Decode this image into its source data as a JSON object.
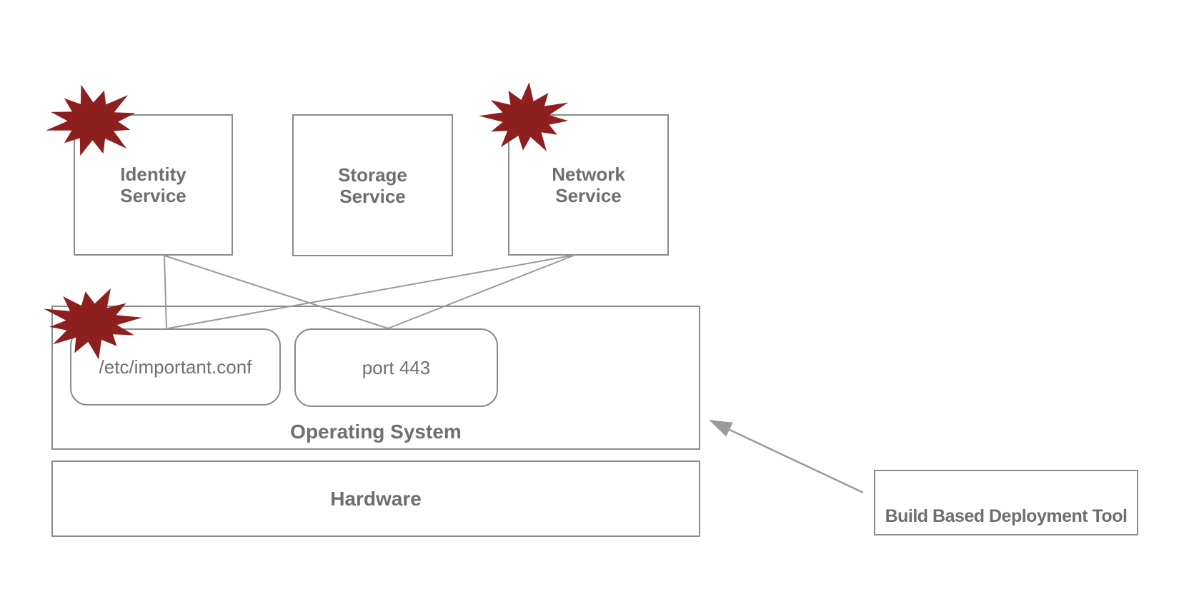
{
  "diagram": {
    "title_hint": "service stack compromise diagram",
    "services": [
      {
        "label_line1": "Identity",
        "label_line2": "Service",
        "compromised": true
      },
      {
        "label_line1": "Storage",
        "label_line2": "Service",
        "compromised": false
      },
      {
        "label_line1": "Network",
        "label_line2": "Service",
        "compromised": true
      }
    ],
    "operating_system": {
      "label": "Operating System",
      "components": [
        {
          "label": "/etc/important.conf",
          "compromised": true
        },
        {
          "label": "port 443",
          "compromised": false
        }
      ]
    },
    "hardware": {
      "label": "Hardware"
    },
    "deployment_tool": {
      "label": "Build Based Deployment Tool"
    },
    "icons": {
      "compromise": "starburst",
      "arrow": "arrow-up-left"
    },
    "colors": {
      "burst": "#8e1f1f",
      "line": "#9a9a9a",
      "border": "#8b8b8b",
      "text": "#6e6e73"
    }
  }
}
